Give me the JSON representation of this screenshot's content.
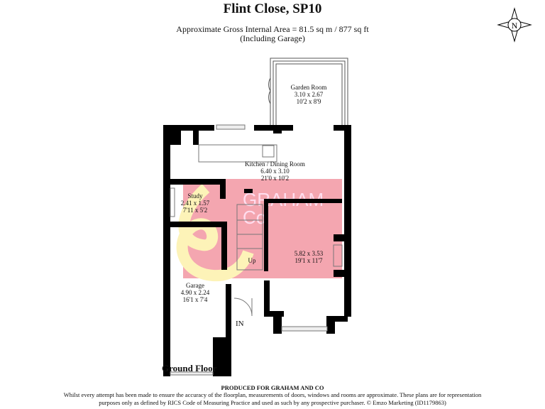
{
  "header": {
    "title": "Flint Close, SP10",
    "area_line": "Approximate Gross Internal Area = 81.5 sq m / 877 sq ft",
    "area_note": "(Including Garage)"
  },
  "compass": {
    "label": "N"
  },
  "rooms": [
    {
      "name": "Garden Room",
      "metric": "3.10 x 2.67",
      "imperial": "10'2 x 8'9"
    },
    {
      "name": "Kitchen / Dining Room",
      "metric": "6.40 x 3.10",
      "imperial": "21'0 x 10'2"
    },
    {
      "name": "Study",
      "metric": "2.41 x 1.57",
      "imperial": "7'11 x 5'2"
    },
    {
      "name": "",
      "metric": "5.82 x 3.53",
      "imperial": "19'1 x 11'7"
    },
    {
      "name": "Garage",
      "metric": "4.90 x 2.24",
      "imperial": "16'1 x 7'4"
    }
  ],
  "markers": {
    "stairs": "Up",
    "entrance": "IN"
  },
  "watermark": {
    "text1": "GRAHAM",
    "text2": "Co"
  },
  "floor_label": "Ground Floor",
  "footer": {
    "produced": "PRODUCED FOR GRAHAM AND CO",
    "disclaimer1": "Whilst every attempt has been made to ensure the accuracy of the floorplan, measurements of doors, windows and rooms are approximate. These plans are for representation",
    "disclaimer2": "purposes only as defined by RICS Code of Measuring Practice and used as such by any prospective purchaser. © Emzo Marketing (ID1179863)"
  }
}
